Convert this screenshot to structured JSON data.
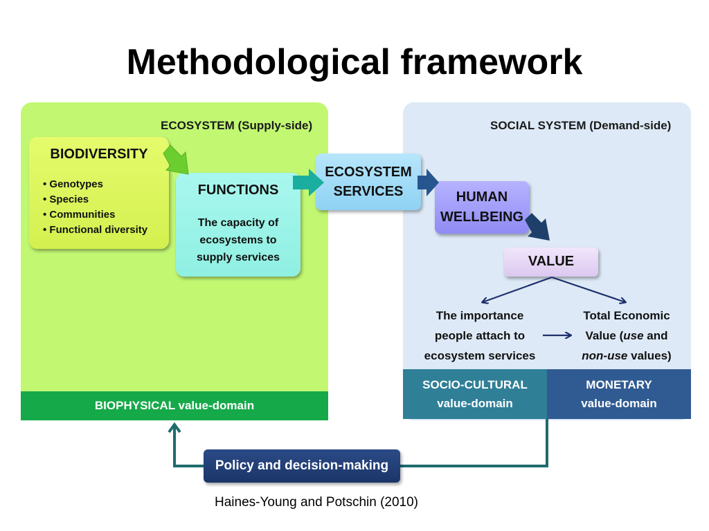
{
  "title": "Methodological framework",
  "left_panel": {
    "header": "ECOSYSTEM (Supply-side)",
    "biodiversity": {
      "title": "BIODIVERSITY",
      "items": [
        "Genotypes",
        "Species",
        "Communities",
        "Functional diversity"
      ]
    },
    "functions": {
      "title": "FUNCTIONS",
      "description": [
        "The capacity of",
        "ecosystems to",
        "supply services"
      ]
    },
    "domain_bar": "BIOPHYSICAL value-domain"
  },
  "ecosystem_services": [
    "ECOSYSTEM",
    "SERVICES"
  ],
  "right_panel": {
    "header": "SOCIAL SYSTEM (Demand-side)",
    "human_wellbeing": [
      "HUMAN",
      "WELLBEING"
    ],
    "value": "VALUE",
    "importance_text": [
      "The importance",
      "people attach to",
      "ecosystem services"
    ],
    "economic_text": {
      "line1": "Total Economic",
      "line2_prefix": "Value (",
      "line2_italic": "use",
      "line2_suffix": " and",
      "line3_italic": "non-use",
      "line3_suffix": " values)"
    },
    "socio_cultural_bar": [
      "SOCIO-CULTURAL",
      "value-domain"
    ],
    "monetary_bar": [
      "MONETARY",
      "value-domain"
    ]
  },
  "policy": "Policy and decision-making",
  "citation": "Haines-Young and Potschin (2010)",
  "colors": {
    "supply_panel": "#c2f772",
    "demand_panel": "#dde9f6",
    "biodiversity": "#dff55f",
    "functions": "#9ff3e8",
    "ecosystem_services": "#a6ddf7",
    "human_wellbeing": "#a5a1fb",
    "value": "#e7d8f6",
    "biophysical_bar": "#16a94a",
    "socio_cultural_bar": "#2f7f97",
    "monetary_bar": "#305b92",
    "policy": "#233f77"
  }
}
